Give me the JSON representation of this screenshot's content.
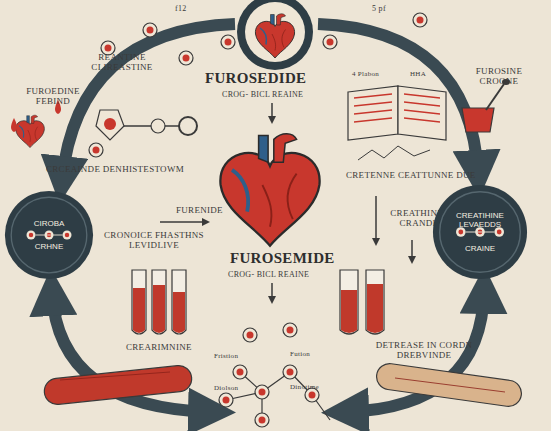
{
  "diagram": {
    "nodes": [
      {
        "text": [
          "CIROBA",
          "CRHNE"
        ]
      },
      {
        "text": [
          "CREATIHINE LEVAEDDS",
          "CRAINE"
        ]
      }
    ],
    "labels": [
      "f12",
      "5 pf",
      "REANTINE CLIREASTINE",
      "FUROSEDIDE",
      "CROG- BICL REAINE",
      "4 Plabon",
      "HHA",
      "FUROSINE CROONE",
      "FUROEDINE FEBIND",
      "CRCEAINDE DENHISTESTOWM",
      "FURENIDE",
      "CRONOICE FHASTHNS LEVIDLIVE",
      "CRETENNE CEATTUNNE DUE",
      "CREATHINE OF CRANDINE",
      "FUROSEMIDE",
      "CROG- BICL REAINE",
      "CREARIMNINE",
      "DETREASE IN CORDN DREBVINDE",
      "Fristion",
      "Fution",
      "Diolson",
      "Dinotime"
    ]
  }
}
